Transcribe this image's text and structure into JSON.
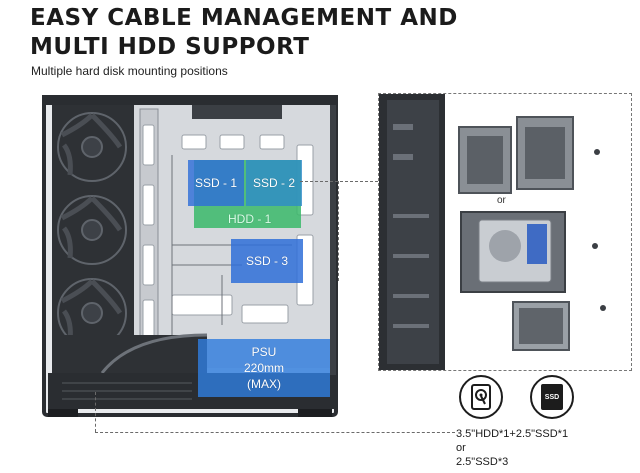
{
  "header": {
    "title_line1": "EASY CABLE MANAGEMENT AND",
    "title_line2": "MULTI HDD SUPPORT",
    "subtitle": "Multiple hard disk mounting positions"
  },
  "case_zones": {
    "ssd1": "SSD - 1",
    "ssd2": "SSD - 2",
    "hdd1": "HDD - 1",
    "ssd3": "SSD - 3",
    "psu_line1": "PSU",
    "psu_line2": "220mm",
    "psu_line3": "(MAX)"
  },
  "colors": {
    "ssd_blue": "#2f6fd8",
    "hdd_green": "#39b86a",
    "psu_blue": "#2f7ddd",
    "case_dark": "#2a2d31"
  },
  "icons": {
    "hdd": "hdd-icon",
    "ssd": "ssd-icon",
    "ssd_label": "SSD"
  },
  "drives": {
    "or_label": "or"
  },
  "spec": {
    "line1": "3.5\"HDD*1+2.5\"SSD*1",
    "line2": "or",
    "line3": "2.5\"SSD*3"
  }
}
